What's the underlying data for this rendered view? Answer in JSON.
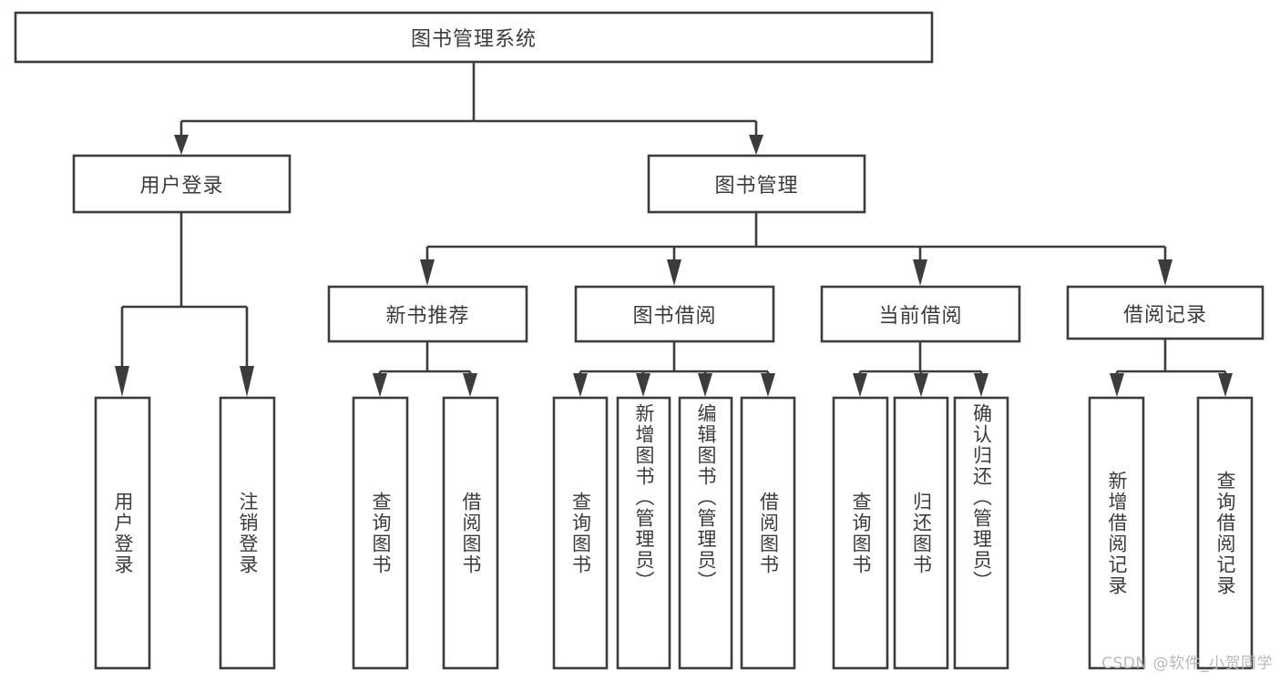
{
  "diagram": {
    "type": "tree-hierarchy",
    "title": "图书管理系统",
    "orientation": "top-down",
    "colors": {
      "stroke": "#3c3c3c",
      "box_fill": "#ffffff",
      "text": "#3b3b3b",
      "background": "#ffffff",
      "watermark": "#b9b9b9"
    },
    "root": {
      "label": "图书管理系统"
    },
    "level2": [
      {
        "id": "user-login",
        "label": "用户登录"
      },
      {
        "id": "book-manage",
        "label": "图书管理"
      }
    ],
    "level3": [
      {
        "id": "new-book-recommend",
        "label": "新书推荐",
        "parent": "book-manage"
      },
      {
        "id": "book-borrow",
        "label": "图书借阅",
        "parent": "book-manage"
      },
      {
        "id": "current-borrow",
        "label": "当前借阅",
        "parent": "book-manage"
      },
      {
        "id": "borrow-record",
        "label": "借阅记录",
        "parent": "book-manage"
      }
    ],
    "leaves": {
      "user-login": [
        {
          "id": "leaf-user-login",
          "label": "用户登录"
        },
        {
          "id": "leaf-logout",
          "label": "注销登录"
        }
      ],
      "new-book-recommend": [
        {
          "id": "leaf-query-book-1",
          "label": "查询图书"
        },
        {
          "id": "leaf-borrow-book-1",
          "label": "借阅图书"
        }
      ],
      "book-borrow": [
        {
          "id": "leaf-query-book-2",
          "label": "查询图书"
        },
        {
          "id": "leaf-add-book",
          "label": "新增图书（管理员）"
        },
        {
          "id": "leaf-edit-book",
          "label": "编辑图书（管理员）"
        },
        {
          "id": "leaf-borrow-book-2",
          "label": "借阅图书"
        }
      ],
      "current-borrow": [
        {
          "id": "leaf-query-book-3",
          "label": "查询图书"
        },
        {
          "id": "leaf-return-book",
          "label": "归还图书"
        },
        {
          "id": "leaf-confirm-return",
          "label": "确认归还（管理员）"
        }
      ],
      "borrow-record": [
        {
          "id": "leaf-add-record",
          "label": "新增借阅记录"
        },
        {
          "id": "leaf-query-record",
          "label": "查询借阅记录"
        }
      ]
    },
    "watermark": "CSDN @软件_小贺同学"
  }
}
